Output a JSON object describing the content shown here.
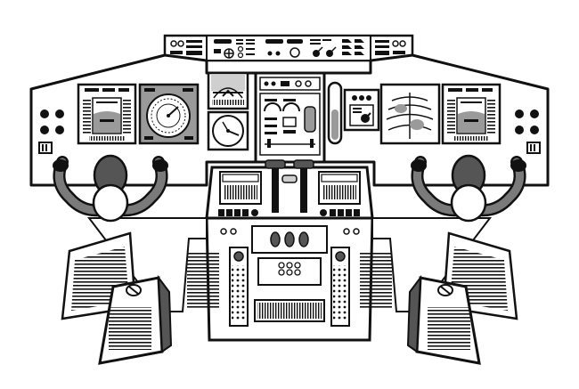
{
  "illustration": {
    "kind": "airliner-cockpit-line-art",
    "palette": {
      "ink": "#111111",
      "paper": "#ffffff",
      "panel_gray": "#9a9a9a",
      "dark_gray": "#555555",
      "light_gray": "#cfcfcf",
      "yoke_gray": "#7a7a7a"
    },
    "icons": [
      "overhead-panel",
      "glareshield",
      "primary-flight-display",
      "navigation-display",
      "attitude-indicator",
      "altimeter",
      "engine-display",
      "weather-radar",
      "control-yoke",
      "throttle-quadrant",
      "pilot-seat",
      "flight-manual"
    ]
  }
}
